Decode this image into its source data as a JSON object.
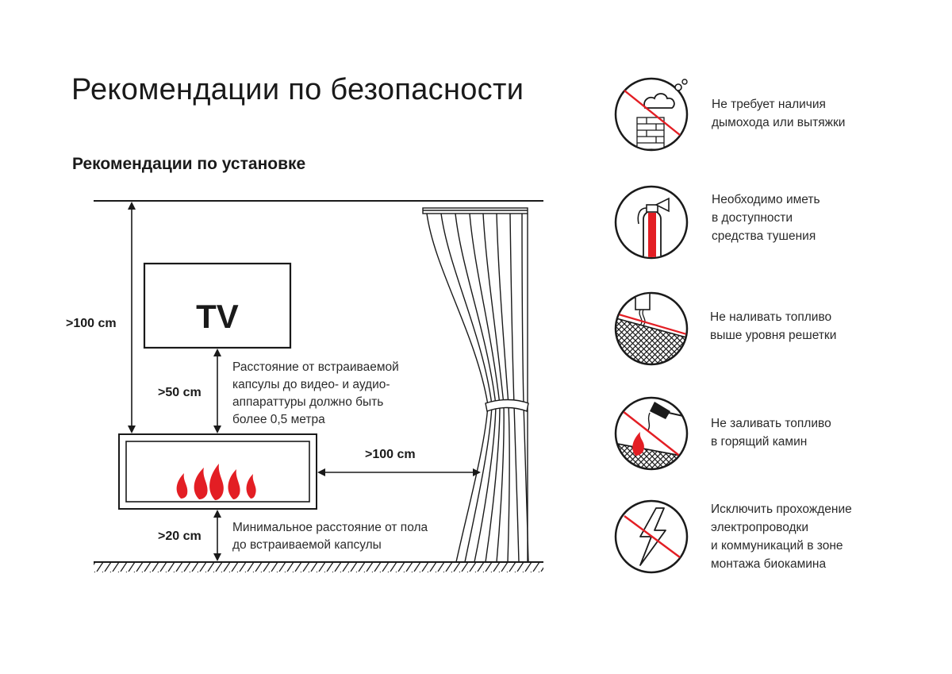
{
  "page": {
    "title": "Рекомендации по безопасности",
    "subtitle": "Рекомендации по установке"
  },
  "diagram": {
    "tv_label": "TV",
    "dim_ceiling_to_fireplace": ">100 cm",
    "dim_tv_to_fireplace": ">50 cm",
    "dim_fireplace_to_curtain": ">100 cm",
    "dim_floor_to_fireplace": ">20 cm",
    "note_tv": [
      "Расстояние от встраиваемой",
      "капсулы до видео- и аудио-",
      "аппараттуры должно быть",
      "более 0,5 метра"
    ],
    "note_floor": [
      "Минимальное расстояние от пола",
      "до встраиваемой капсулы"
    ]
  },
  "safety": [
    {
      "icon": "no-chimney-icon",
      "lines": [
        "Не требует наличия",
        "дымохода или вытяжки"
      ]
    },
    {
      "icon": "fire-extinguisher-icon",
      "lines": [
        "Необходимо иметь",
        "в доступности",
        "средства тушения"
      ]
    },
    {
      "icon": "fuel-grate-icon",
      "lines": [
        "Не наливать топливо",
        "выше уровня решетки"
      ]
    },
    {
      "icon": "no-refuel-burning-icon",
      "lines": [
        "Не заливать топливо",
        "в горящий камин"
      ]
    },
    {
      "icon": "no-wiring-icon",
      "lines": [
        "Исключить прохождение",
        "электропроводки",
        "и коммуникаций в зоне",
        "монтажа биокамина"
      ]
    }
  ],
  "colors": {
    "accent": "#e31e24",
    "ink": "#1a1a1a"
  }
}
